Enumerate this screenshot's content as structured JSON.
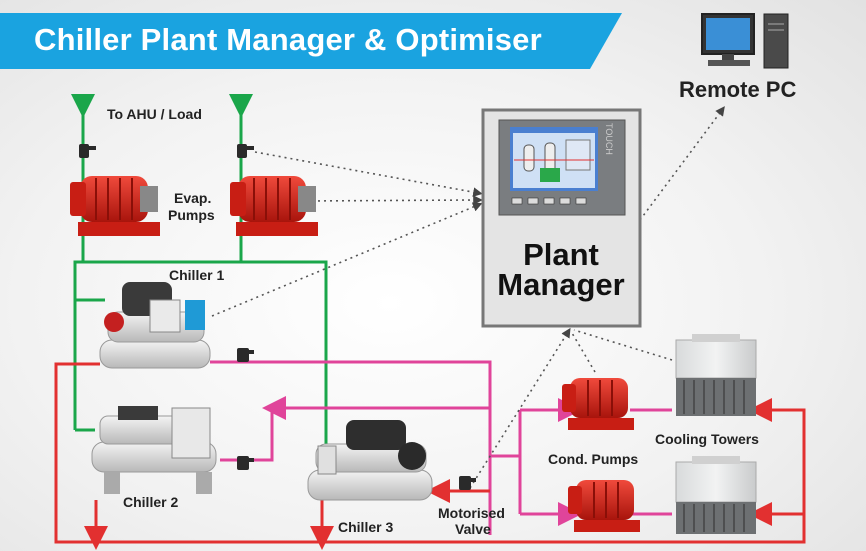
{
  "title": "Chiller Plant Manager & Optimiser",
  "labels": {
    "remote_pc": "Remote PC",
    "to_load": "To AHU / Load",
    "evap_pumps_1": "Evap.",
    "evap_pumps_2": "Pumps",
    "chiller1": "Chiller 1",
    "chiller2": "Chiller 2",
    "chiller3": "Chiller 3",
    "plant_manager_1": "Plant",
    "plant_manager_2": "Manager",
    "cooling_towers": "Cooling Towers",
    "cond_pumps": "Cond. Pumps",
    "motorised_1": "Motorised",
    "motorised_2": "Valve",
    "touch": "TOUCH"
  },
  "colors": {
    "banner": "#1aa3e0",
    "chilled_water_supply": "#1aa64a",
    "condenser_water": "#e0449a",
    "return_water": "#e23030",
    "pump_red": "#d8261c",
    "panel_frame": "#666666"
  }
}
